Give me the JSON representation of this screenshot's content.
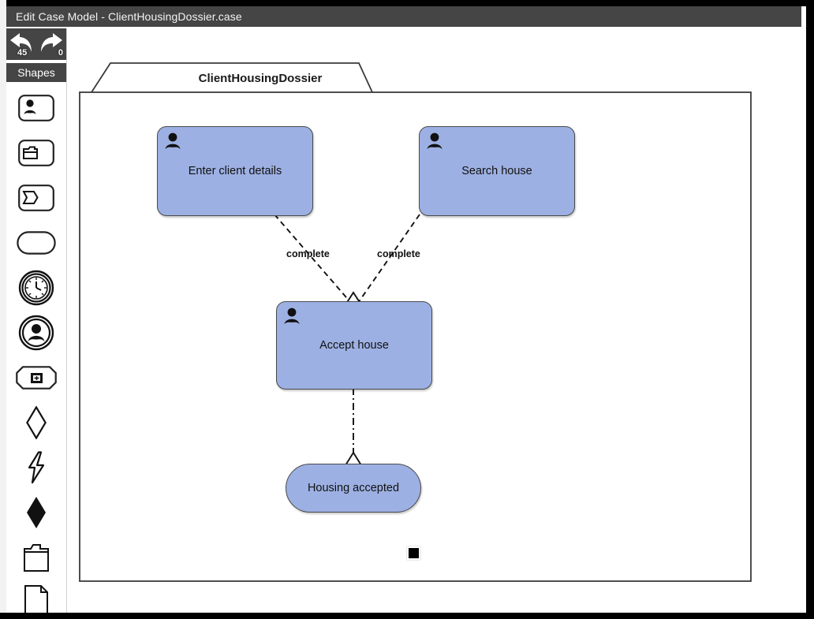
{
  "window": {
    "title": "Edit Case Model - ClientHousingDossier.case"
  },
  "toolbar": {
    "undo_icon": "undo-arrow-icon",
    "undo_count": "45",
    "redo_icon": "redo-arrow-icon",
    "redo_count": "0",
    "shapes_label": "Shapes"
  },
  "palette": {
    "items": [
      {
        "name": "human-task",
        "icon": "person-in-rounded-rect-icon"
      },
      {
        "name": "case-task",
        "icon": "folder-in-rounded-rect-icon"
      },
      {
        "name": "process-task",
        "icon": "flag-in-rounded-rect-icon"
      },
      {
        "name": "stage",
        "icon": "rounded-pill-icon"
      },
      {
        "name": "timer-event",
        "icon": "clock-icon"
      },
      {
        "name": "user-event",
        "icon": "person-in-circle-icon"
      },
      {
        "name": "milestone",
        "icon": "octagon-plus-icon"
      },
      {
        "name": "entry-criterion",
        "icon": "white-diamond-icon"
      },
      {
        "name": "plan-item-event",
        "icon": "lightning-bolt-icon"
      },
      {
        "name": "exit-criterion",
        "icon": "black-diamond-icon"
      },
      {
        "name": "case-file-item",
        "icon": "folder-icon"
      },
      {
        "name": "document",
        "icon": "page-icon"
      }
    ]
  },
  "diagram": {
    "case_plan_title": "ClientHousingDossier",
    "nodes": [
      {
        "id": "enter-client-details",
        "type": "human-task",
        "label": "Enter client details"
      },
      {
        "id": "search-house",
        "type": "human-task",
        "label": "Search house"
      },
      {
        "id": "accept-house",
        "type": "human-task",
        "label": "Accept house"
      },
      {
        "id": "housing-accepted",
        "type": "milestone",
        "label": "Housing accepted"
      }
    ],
    "edges": [
      {
        "from": "enter-client-details",
        "to": "accept-house",
        "label": "complete"
      },
      {
        "from": "search-house",
        "to": "accept-house",
        "label": "complete"
      },
      {
        "from": "accept-house",
        "to": "housing-accepted",
        "label": ""
      }
    ],
    "colors": {
      "task_fill": "#9db0e3",
      "node_stroke": "#4a4a4a",
      "titlebar_bg": "#454545"
    }
  }
}
